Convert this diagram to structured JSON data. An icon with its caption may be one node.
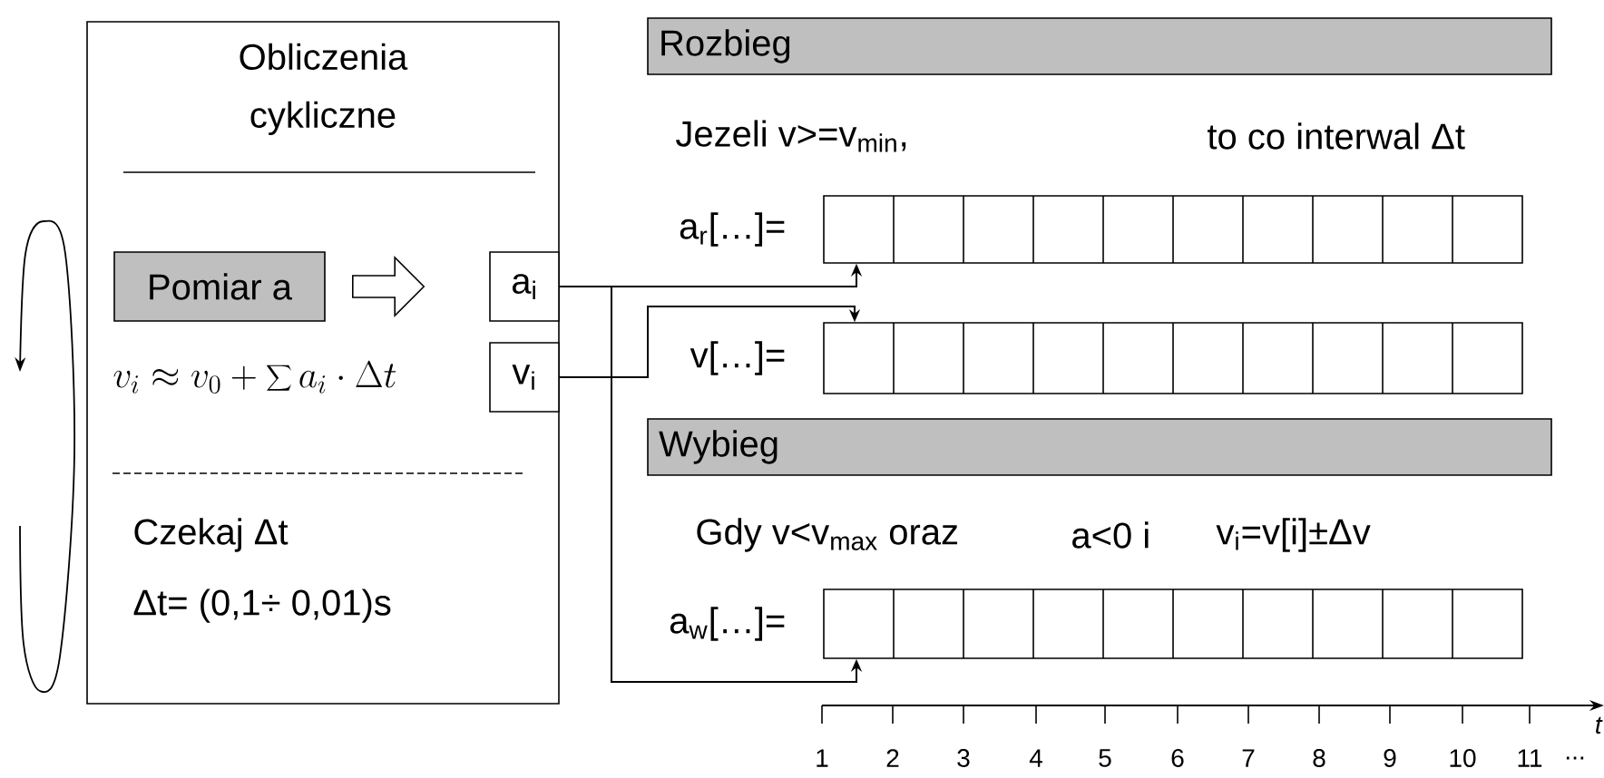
{
  "diagram": {
    "nodes": [
      {
        "text": [
          "Obliczenia cykliczne"
        ]
      },
      {
        "text": [
          "Pomiar a"
        ],
        "in": 0
      },
      {
        "text": [
          "a$_{i}$"
        ],
        "in": 0
      },
      {
        "text": [
          "v$_{i}$"
        ],
        "in": 0
      },
      {
        "text": [
          "Rozbieg"
        ]
      },
      {
        "text": [],
        "shape": "box",
        "beside": [
          "a$_{r}$[…]="
        ]
      },
      {
        "text": [],
        "shape": "box",
        "beside": [
          "v[…]="
        ]
      },
      {
        "text": [
          "Wybieg"
        ]
      },
      {
        "text": [],
        "shape": "box",
        "beside": [
          "a$_{w}$[…]="
        ]
      }
    ],
    "edges": [
      {
        "from": 1,
        "to": 2,
        "arrow": "to"
      },
      {
        "from": 2,
        "to": 5,
        "arrow": "to"
      },
      {
        "from": 2,
        "to": 8,
        "arrow": "to"
      },
      {
        "from": 3,
        "to": 6,
        "arrow": "to"
      }
    ],
    "labels": [
      "v_i \\approx v_0+\\sum a_i\\cdot\\Delta t",
      "Czekaj Δt",
      "Δt= (0,1÷ 0,01)s",
      "Jezeli v>=v$_{min}$,",
      "to co interwal Δt",
      "Gdy v<v$_{max}$ oraz",
      "a<0 i",
      "v$_{i}$=v[i]±Δv",
      "1",
      "2",
      "3",
      "4",
      "5",
      "6",
      "7",
      "8",
      "9",
      "10",
      "11",
      "...",
      "t"
    ]
  }
}
